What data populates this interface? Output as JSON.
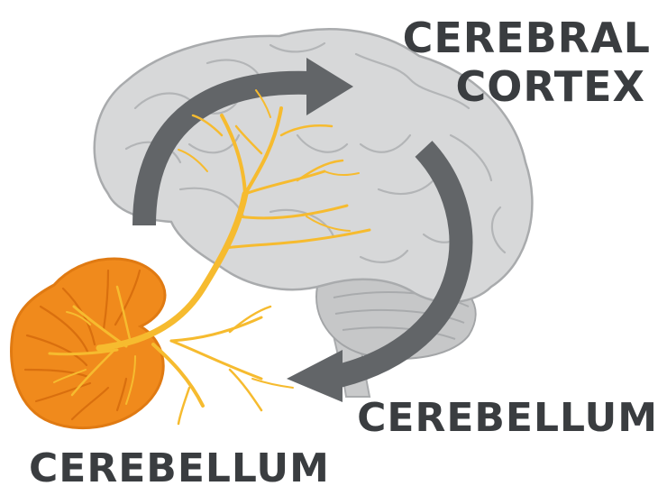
{
  "labels": {
    "cortex_line1": "CEREBRAL",
    "cortex_line2": "CORTEX",
    "cerebellum_right": "CEREBELLUM",
    "cerebellum_bottom": "CEREBELLUM"
  },
  "colors": {
    "brain_fill": "#d7d8d9",
    "brain_stroke": "#a9abad",
    "cerebellum_fill": "#f08a1c",
    "cerebellum_dark": "#d96f0e",
    "nerve": "#f6bb2f",
    "arrow": "#626568",
    "label": "#3a3d40"
  },
  "icons": {
    "brain": "brain-illustration-icon",
    "cerebellum": "cerebellum-illustration-icon",
    "nerve": "nerve-fiber-icon",
    "arrow_top": "curved-arrow-right-icon",
    "arrow_side": "curved-arrow-down-left-icon"
  }
}
